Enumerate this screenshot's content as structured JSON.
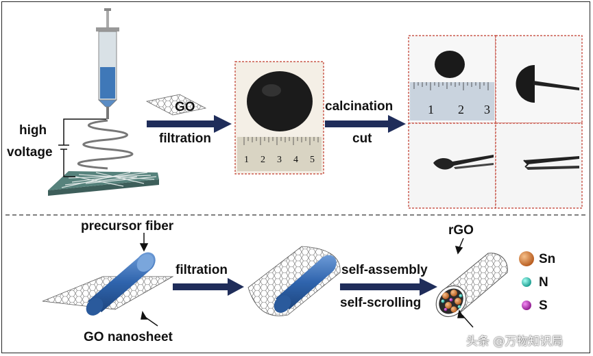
{
  "top": {
    "high_label": "high",
    "voltage_label": "voltage",
    "go_label": "GO",
    "filtration_label": "filtration",
    "calcination_label": "calcination",
    "cut_label": "cut",
    "ruler_a_ticks": [
      "1",
      "2",
      "3",
      "4",
      "5"
    ],
    "ruler_b_ticks": [
      "1",
      "2",
      "3"
    ]
  },
  "bottom": {
    "precursor_fiber_label": "precursor fiber",
    "go_nanosheet_label": "GO nanosheet",
    "filtration_label": "filtration",
    "self_assembly_label": "self-assembly",
    "self_scrolling_label": "self-scrolling",
    "rgo_label": "rGO",
    "legend": [
      {
        "label": "Sn",
        "color": "#d97a2a"
      },
      {
        "label": "N",
        "color": "#2ec4b6"
      },
      {
        "label": "S",
        "color": "#c02ac0"
      }
    ]
  },
  "watermark": "头条 @万物知识局",
  "colors": {
    "arrow": "#1f2d5a",
    "fiber": "#3a6fb5",
    "photo_border": "#c0392b",
    "divider": "#333333"
  }
}
